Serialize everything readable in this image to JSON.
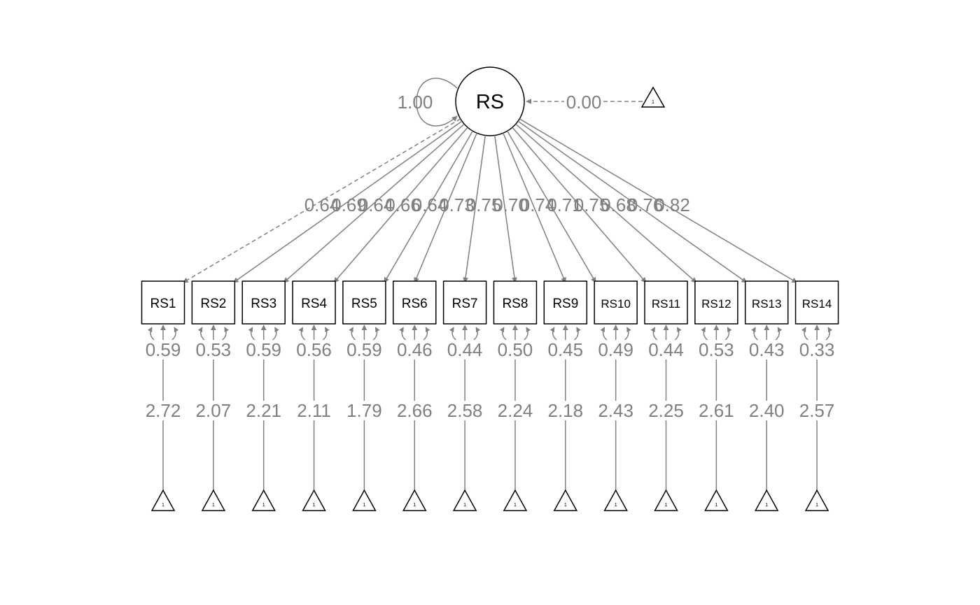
{
  "latent": {
    "label": "RS",
    "variance": "1.00",
    "mean": "0.00",
    "mean_constant": "1"
  },
  "indicators": [
    {
      "label": "RS1",
      "loading": "0.64",
      "residual": "0.59",
      "intercept": "2.72",
      "constant": "1",
      "fixed": true
    },
    {
      "label": "RS2",
      "loading": "0.69",
      "residual": "0.53",
      "intercept": "2.07",
      "constant": "1"
    },
    {
      "label": "RS3",
      "loading": "0.64",
      "residual": "0.59",
      "intercept": "2.21",
      "constant": "1"
    },
    {
      "label": "RS4",
      "loading": "0.66",
      "residual": "0.56",
      "intercept": "2.11",
      "constant": "1"
    },
    {
      "label": "RS5",
      "loading": "0.64",
      "residual": "0.59",
      "intercept": "1.79",
      "constant": "1"
    },
    {
      "label": "RS6",
      "loading": "0.73",
      "residual": "0.46",
      "intercept": "2.66",
      "constant": "1"
    },
    {
      "label": "RS7",
      "loading": "0.75",
      "residual": "0.44",
      "intercept": "2.58",
      "constant": "1"
    },
    {
      "label": "RS8",
      "loading": "0.70",
      "residual": "0.50",
      "intercept": "2.24",
      "constant": "1"
    },
    {
      "label": "RS9",
      "loading": "0.74",
      "residual": "0.45",
      "intercept": "2.18",
      "constant": "1"
    },
    {
      "label": "RS10",
      "loading": "0.71",
      "residual": "0.49",
      "intercept": "2.43",
      "constant": "1"
    },
    {
      "label": "RS11",
      "loading": "0.75",
      "residual": "0.44",
      "intercept": "2.25",
      "constant": "1"
    },
    {
      "label": "RS12",
      "loading": "0.68",
      "residual": "0.53",
      "intercept": "2.61",
      "constant": "1"
    },
    {
      "label": "RS13",
      "loading": "0.76",
      "residual": "0.43",
      "intercept": "2.40",
      "constant": "1"
    },
    {
      "label": "RS14",
      "loading": "0.82",
      "residual": "0.33",
      "intercept": "2.57",
      "constant": "1"
    }
  ],
  "colors": {
    "edge": "#808080",
    "node_stroke": "#000000",
    "background": "#ffffff"
  }
}
